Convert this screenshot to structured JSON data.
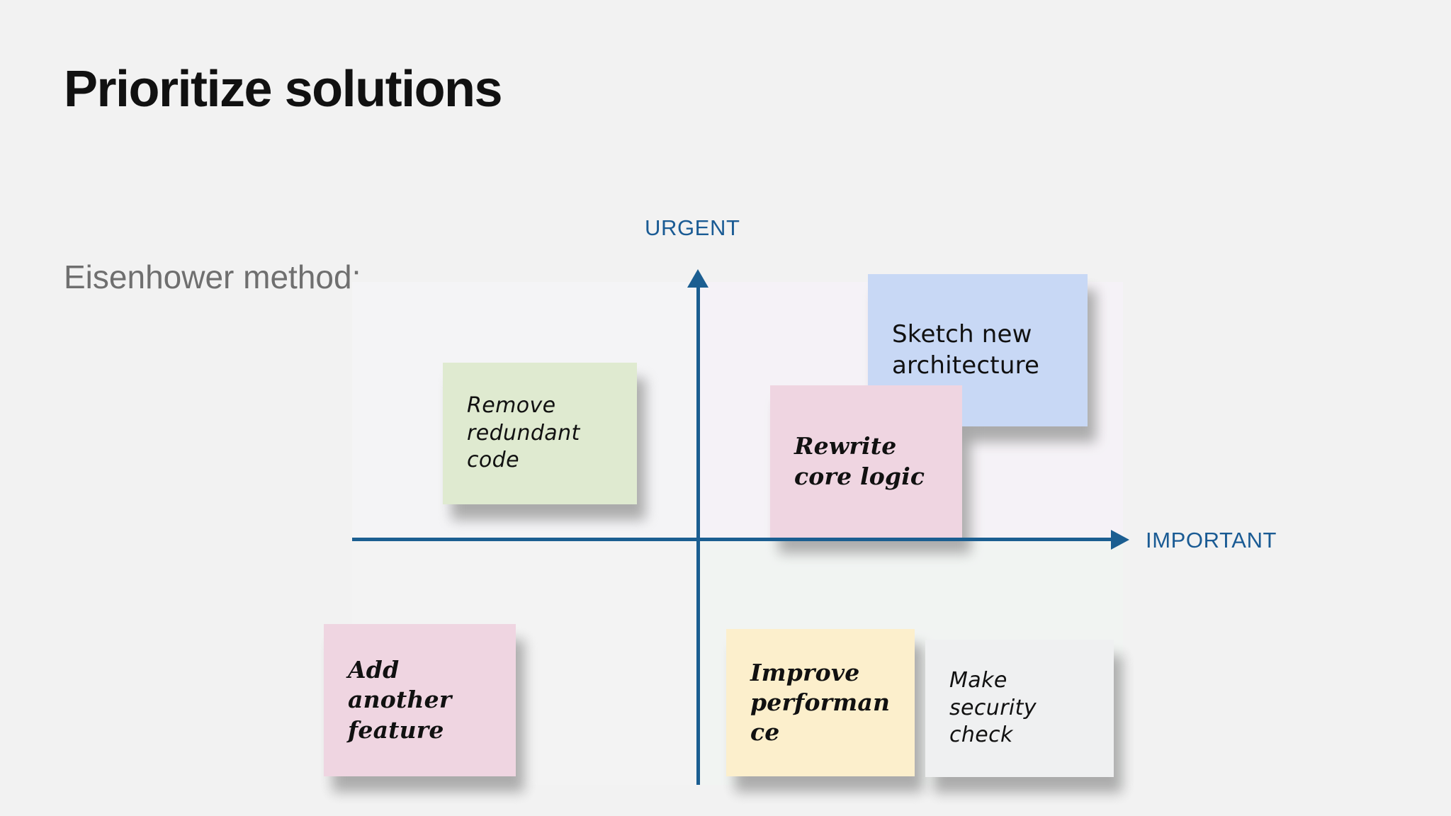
{
  "slide": {
    "title": "Prioritize solutions",
    "subtitle": "Eisenhower method:",
    "background_color": "#f2f2f2",
    "title_color": "#111111",
    "subtitle_color": "#6f6f6f"
  },
  "matrix": {
    "name": "eisenhower-matrix",
    "accent_color": "#1a5b94",
    "axes": {
      "vertical_label": "URGENT",
      "horizontal_label": "IMPORTANT"
    },
    "quadrants": [
      {
        "id": "urgent-important",
        "tint": "#f5f2f7"
      },
      {
        "id": "urgent-not-important",
        "tint": "#f4f4f6"
      },
      {
        "id": "not-urgent-important",
        "tint": "#f1f4f2"
      },
      {
        "id": "not-urgent-not-important",
        "tint": "#f3f3f3"
      }
    ]
  },
  "notes": [
    {
      "id": "remove-redundant-code",
      "text": "Remove redundant code",
      "color": "#dfead0",
      "color_name": "green",
      "style": "hand-light",
      "quadrant": "urgent-not-important"
    },
    {
      "id": "sketch-new-architecture",
      "text": "Sketch new architecture",
      "color": "#c8d8f5",
      "color_name": "blue",
      "style": "hand-print",
      "quadrant": "urgent-important"
    },
    {
      "id": "rewrite-core-logic",
      "text": "Rewrite core logic",
      "color": "#efd5e1",
      "color_name": "pink",
      "style": "hand-script",
      "quadrant": "urgent-important"
    },
    {
      "id": "add-another-feature",
      "text": "Add another feature",
      "color": "#efd5e1",
      "color_name": "pink",
      "style": "hand-script",
      "quadrant": "not-urgent-not-important"
    },
    {
      "id": "improve-performance",
      "text": "Improve performance",
      "color": "#fcefcc",
      "color_name": "yellow",
      "style": "hand-script",
      "quadrant": "not-urgent-important"
    },
    {
      "id": "make-security-check",
      "text": "Make security check",
      "color": "#eff0f1",
      "color_name": "white",
      "style": "hand-light",
      "quadrant": "not-urgent-important"
    }
  ]
}
